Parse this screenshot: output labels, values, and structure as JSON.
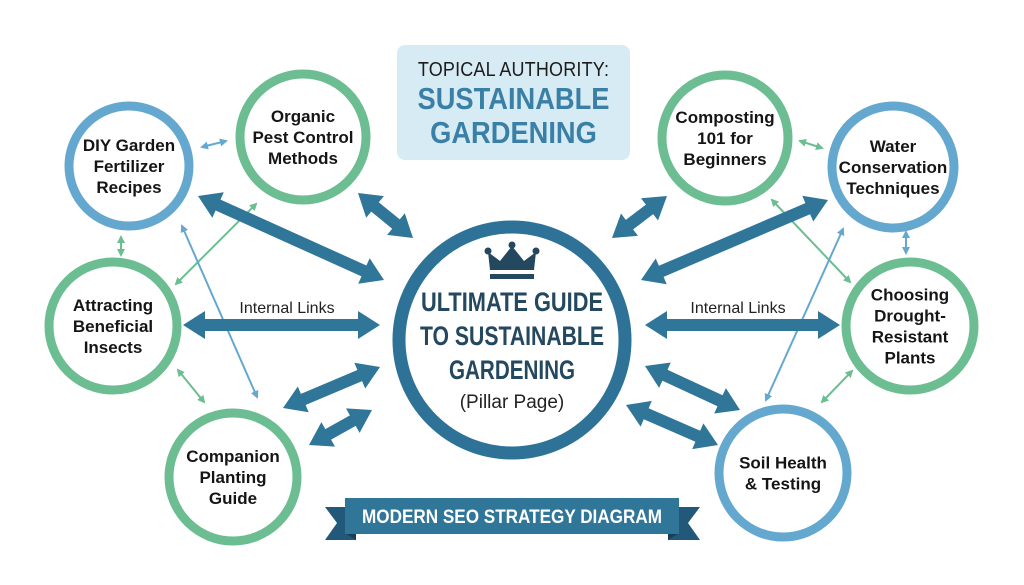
{
  "header": {
    "label": "TOPICAL AUTHORITY:",
    "topic_line1": "SUSTAINABLE",
    "topic_line2": "GARDENING"
  },
  "pillar": {
    "icon": "crown-icon",
    "lines": [
      "ULTIMATE GUIDE",
      "TO SUSTAINABLE",
      "GARDENING"
    ],
    "subtitle": "(Pillar Page)"
  },
  "clusters": [
    {
      "id": "diy-garden-fertilizer",
      "lines": [
        "DIY Garden",
        "Fertilizer",
        "Recipes"
      ],
      "color": "#65a8cf"
    },
    {
      "id": "organic-pest-control",
      "lines": [
        "Organic",
        "Pest Control",
        "Methods"
      ],
      "color": "#6cbd92"
    },
    {
      "id": "attracting-beneficial-insects",
      "lines": [
        "Attracting",
        "Beneficial",
        "Insects"
      ],
      "color": "#6cbd92"
    },
    {
      "id": "companion-planting",
      "lines": [
        "Companion",
        "Planting",
        "Guide"
      ],
      "color": "#6cbd92"
    },
    {
      "id": "composting-101",
      "lines": [
        "Composting",
        "101 for",
        "Beginners"
      ],
      "color": "#6cbd92"
    },
    {
      "id": "water-conservation",
      "lines": [
        "Water",
        "Conservation",
        "Techniques"
      ],
      "color": "#65a8cf"
    },
    {
      "id": "drought-resistant-plants",
      "lines": [
        "Choosing",
        "Drought-",
        "Resistant",
        "Plants"
      ],
      "color": "#6cbd92"
    },
    {
      "id": "soil-health",
      "lines": [
        "Soil Health",
        "& Testing"
      ],
      "color": "#65a8cf"
    }
  ],
  "link_labels": {
    "left": "Internal Links",
    "right": "Internal Links"
  },
  "banner": {
    "text": "MODERN SEO STRATEGY DIAGRAM"
  },
  "colors": {
    "pillar": "#2e7397",
    "primary_arrow": "#2f7699",
    "green": "#6cbd92",
    "blue": "#65a8cf",
    "title_bg": "#d7ebf5",
    "title_accent": "#3a80a6",
    "banner": "#2f7699",
    "banner_dark": "#22597a"
  }
}
